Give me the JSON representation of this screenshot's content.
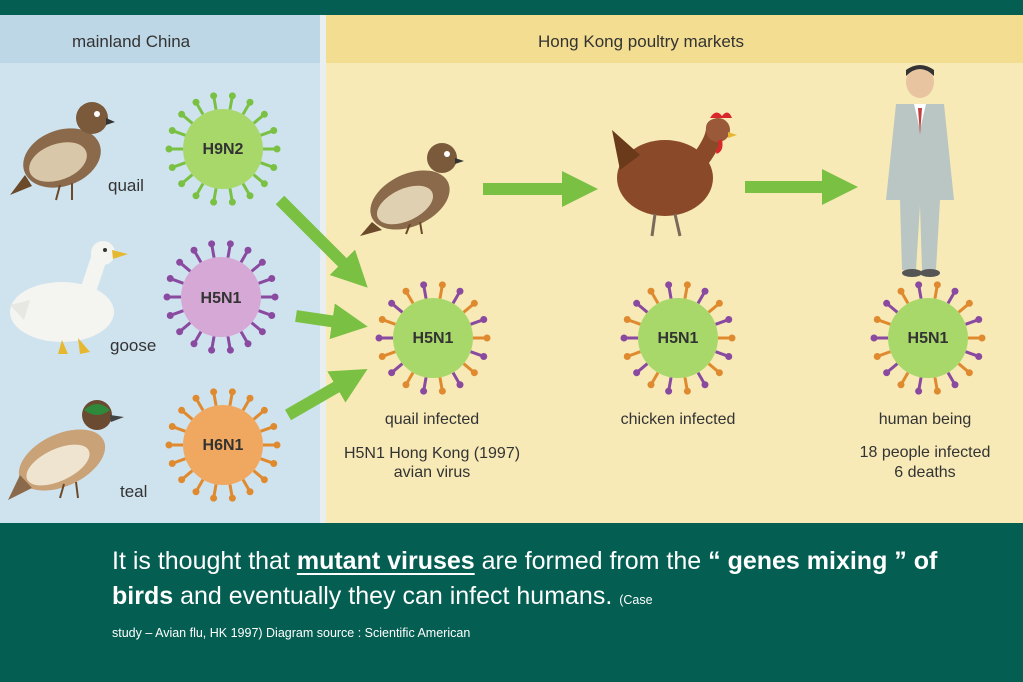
{
  "colors": {
    "page_bg": "#045e52",
    "left_panel_bg": "#cfe3ef",
    "right_panel_bg": "#f7eab7",
    "header_left_bg": "#bdd7e6",
    "header_right_bg": "#f2dd90",
    "arrow": "#7ac143",
    "virus_h9n2": "#a8d86a",
    "virus_h5n1_purple": "#d6a8d6",
    "virus_h6n1": "#f0a860",
    "virus_h5n1_quail": "#a8d86a"
  },
  "headers": {
    "left": "mainland China",
    "right": "Hong Kong poultry markets"
  },
  "birds": {
    "quail": "quail",
    "goose": "goose",
    "teal": "teal"
  },
  "viruses": {
    "h9n2": "H9N2",
    "h5n1_goose": "H5N1",
    "h6n1": "H6N1",
    "h5n1_quail": "H5N1",
    "h5n1_chicken": "H5N1",
    "h5n1_human": "H5N1"
  },
  "labels": {
    "quail_infected": "quail infected",
    "hk_virus_line1": "H5N1 Hong Kong (1997)",
    "hk_virus_line2": "avian virus",
    "chicken_infected": "chicken infected",
    "human_being": "human being",
    "people_infected": "18 people infected",
    "deaths": "6 deaths"
  },
  "caption": {
    "part1": "It is thought that ",
    "mutant": "mutant viruses",
    "part2": " are formed from the ",
    "genes_mixing": "“ genes mixing ” of birds",
    "part3": " and eventually they can infect humans. ",
    "case_open": "(Case",
    "source": "study – Avian flu, HK 1997)  Diagram source : Scientific American"
  }
}
